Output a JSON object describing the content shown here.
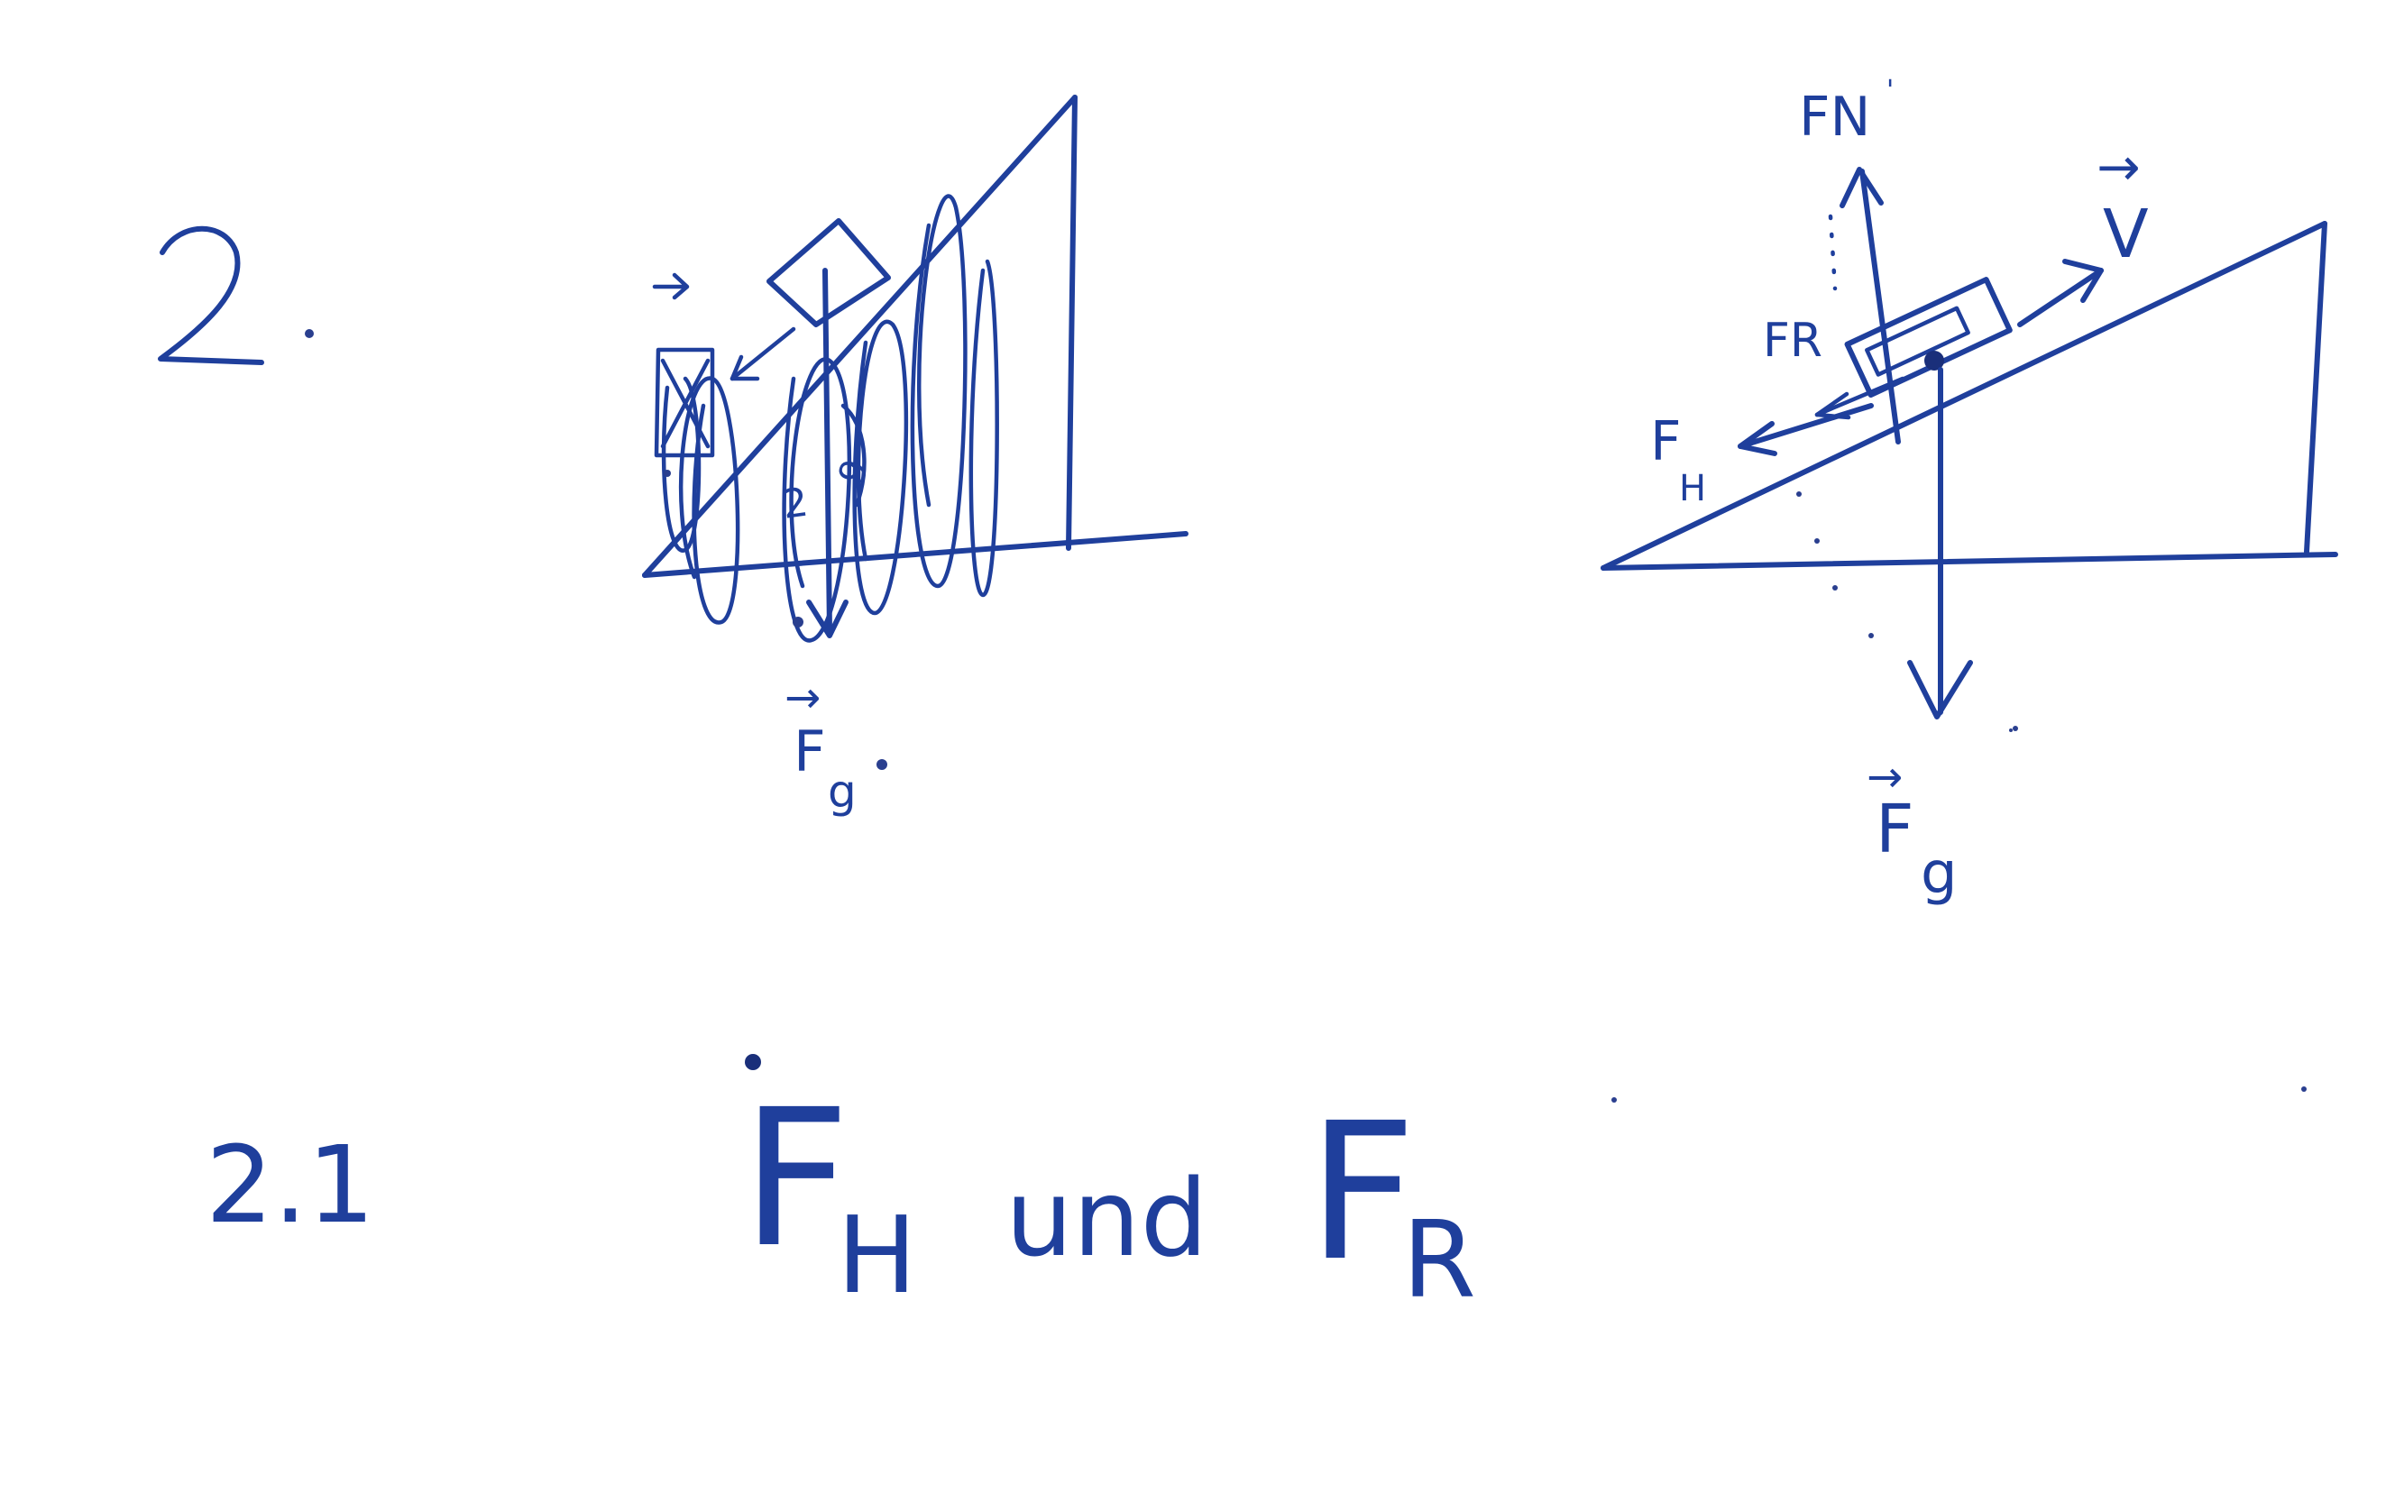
{
  "page": {
    "background": "#ffffff",
    "ink_color": "#1f3f9c"
  },
  "task2": {
    "number": "2."
  },
  "left_diagram": {
    "label_top_arrow": "→",
    "label_fg_letter": "F",
    "label_fg_sub": "g",
    "label_fg_vec": "→",
    "scribble_note": "crossed-out draft"
  },
  "right_diagram": {
    "label_fn": "FN",
    "label_v": "V",
    "label_v_vec": "→",
    "label_fr": "FR",
    "label_fh": "F",
    "label_fh_sub": "H",
    "label_fg": "F",
    "label_fg_sub": "g",
    "label_fg_vec": "→"
  },
  "task21": {
    "number": "2.1",
    "answer_f1": "F",
    "answer_sub1": "H",
    "answer_word": "und",
    "answer_f2": "F",
    "answer_sub2": "R"
  }
}
